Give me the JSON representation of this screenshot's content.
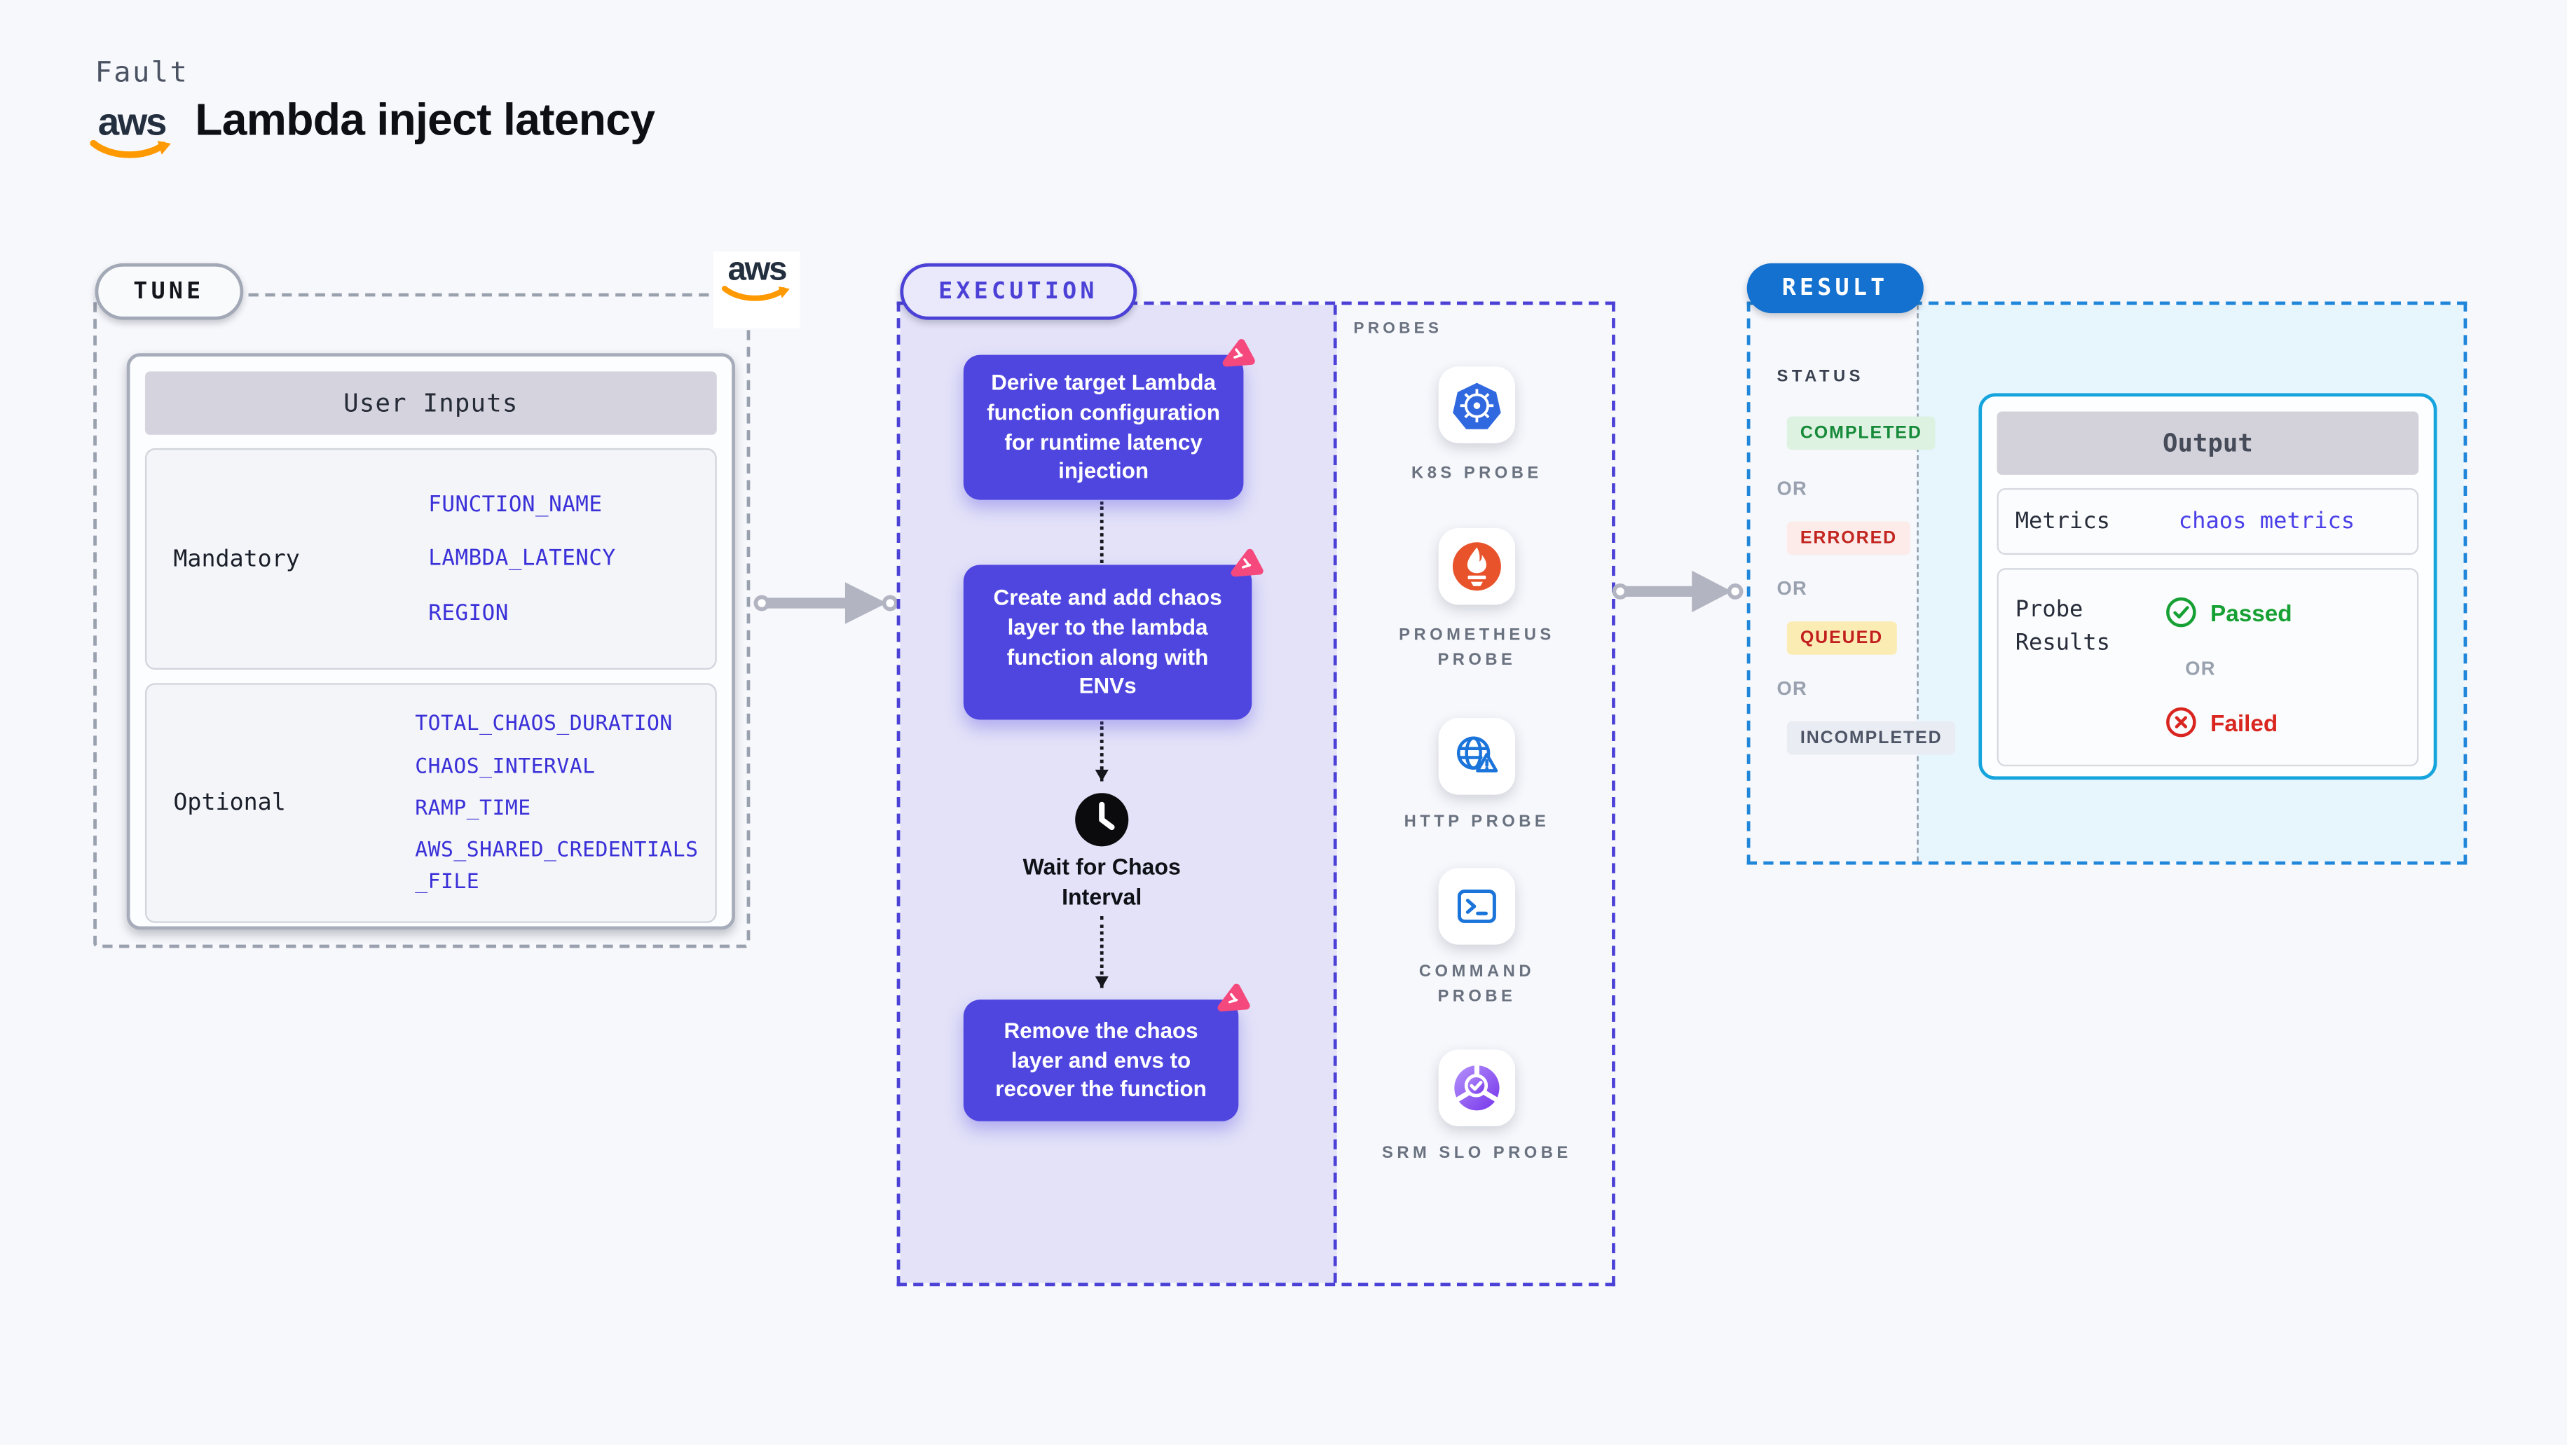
{
  "header": {
    "kicker": "Fault",
    "title": "Lambda inject latency"
  },
  "logos": {
    "aws": "aws"
  },
  "tune": {
    "badge": "TUNE",
    "table": {
      "title": "User Inputs",
      "groups": [
        {
          "label": "Mandatory",
          "params": [
            "FUNCTION_NAME",
            "LAMBDA_LATENCY",
            "REGION"
          ]
        },
        {
          "label": "Optional",
          "params": [
            "TOTAL_CHAOS_DURATION",
            "CHAOS_INTERVAL",
            "RAMP_TIME",
            "AWS_SHARED_CREDENTIALS_FILE"
          ]
        }
      ]
    }
  },
  "execution": {
    "badge": "EXECUTION",
    "steps": {
      "derive": "Derive target Lambda function configuration for runtime latency injection",
      "create": "Create and add chaos layer to the lambda function along with ENVs",
      "wait": "Wait for Chaos Interval",
      "remove": "Remove the chaos layer and envs to recover the function"
    }
  },
  "probes": {
    "title": "PROBES",
    "items": [
      {
        "label": "K8S PROBE",
        "icon": "kubernetes-icon"
      },
      {
        "label": "PROMETHEUS PROBE",
        "icon": "prometheus-icon"
      },
      {
        "label": "HTTP PROBE",
        "icon": "globe-warning-icon"
      },
      {
        "label": "COMMAND PROBE",
        "icon": "terminal-icon"
      },
      {
        "label": "SRM SLO PROBE",
        "icon": "slo-donut-check-icon"
      }
    ]
  },
  "result": {
    "badge": "RESULT",
    "status": {
      "title": "STATUS",
      "or": "OR",
      "items": [
        {
          "label": "COMPLETED",
          "color": "#178a3a",
          "bg": "#ddf2e1"
        },
        {
          "label": "ERRORED",
          "color": "#c2251f",
          "bg": "#fcebe9"
        },
        {
          "label": "QUEUED",
          "color": "#c21f1f",
          "bg": "#fbecb4"
        },
        {
          "label": "INCOMPLETED",
          "color": "#4c5466",
          "bg": "#eaecf3"
        }
      ]
    },
    "output": {
      "title": "Output",
      "metrics_label": "Metrics",
      "metrics_value": "chaos metrics",
      "probe_results_label": "Probe Results",
      "passed": "Passed",
      "or": "OR",
      "failed": "Failed"
    }
  },
  "colors": {
    "page_bg": "#f7f8fc",
    "accent_indigo": "#4f46e0",
    "lavender_bg": "#e3e2f8",
    "result_blue": "#1471cf",
    "output_border": "#16a4dd",
    "result_bg": "#e7f5fd",
    "param_blue": "#3a30d8",
    "passed_green": "#17a034",
    "failed_red": "#d92620",
    "aws_orange": "#ff9900",
    "litmus_pink": "#f5497e",
    "kubernetes_blue": "#3069df",
    "prometheus_orange": "#e8532b"
  }
}
